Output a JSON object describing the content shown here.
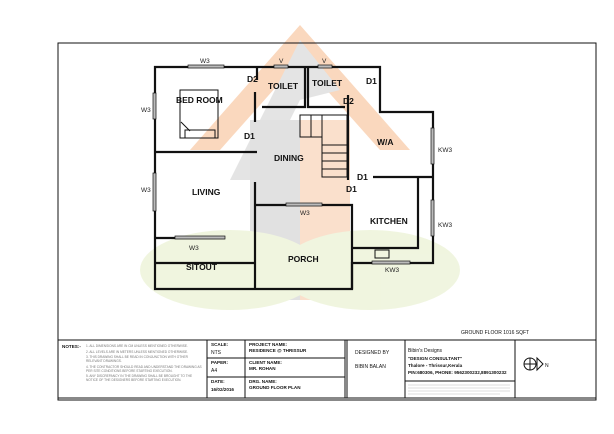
{
  "plan": {
    "rooms": {
      "bedroom": "BED ROOM",
      "toilet1": "TOILET",
      "toilet2": "TOILET",
      "dining": "DINING",
      "wa": "W/A",
      "living": "LIVING",
      "kitchen": "KITCHEN",
      "sitout": "SITOUT",
      "porch": "PORCH"
    },
    "tags": {
      "w3_top": "W3",
      "v1": "V",
      "v2": "V",
      "w3_left1": "W3",
      "w3_left2": "W3",
      "w3_living": "W3",
      "w3_porch": "W3",
      "d2_a": "D2",
      "d2_b": "D2",
      "d1_wa": "D1",
      "d1_bed": "D1",
      "d1_kitchen": "D1",
      "d1_dining": "D1",
      "kw3_right1": "KW3",
      "kw3_right2": "KW3",
      "kw3_bottom": "KW3"
    },
    "caption": "GROUND FLOOR 1016 SQFT"
  },
  "title_block": {
    "notes_label": "NOTES:-",
    "notes": [
      "1. ALL DIMENSIONS ARE IN CM UNLESS MENTIONED OTHERWISE.",
      "2. ALL LEVELS ARE IN METERS UNLESS MENTIONED OTHERWISE.",
      "3. THIS DRAWING SHALL BE READ IN CONJUNCTION WITH OTHER RELEVANT DRAWINGS.",
      "4. THE CONTRACTOR SHOULD READ AND UNDERSTAND THE DRAWING AS PER SITE CONDITIONS BEFORE STARTING EXECUTION.",
      "5. ANY DISCREPANCY IN THE DRAWING SHALL BE BROUGHT TO THE NOTICE OF THE DESIGNERS BEFORE STARTING EXECUTION."
    ],
    "scale_label": "SCALE:",
    "scale_value": "NTS",
    "paper_label": "PAPER:",
    "paper_value": "A4",
    "date_label": "DATE:",
    "date_value": "16/02/2016",
    "project_label": "PROJECT NAME:",
    "project_value": "RESIDENCE @ THRISSUR",
    "client_label": "CLIENT NAME:",
    "client_value": "MR. ROHAN",
    "drg_label": "DRG. NAME:",
    "drg_value": "GROUND FLOOR PLAN",
    "designed_by_label": "DESIGNED BY",
    "designer": "BIBIN BALAN",
    "firm": "Bibin's Designs",
    "firm_tagline": "\"DESIGN CONSULTANT\"",
    "firm_address": "Thalore - Thrissur,Kerala",
    "firm_contact": "PIN:680306, PHONE: 9562300232,8891300232",
    "north": "N"
  }
}
